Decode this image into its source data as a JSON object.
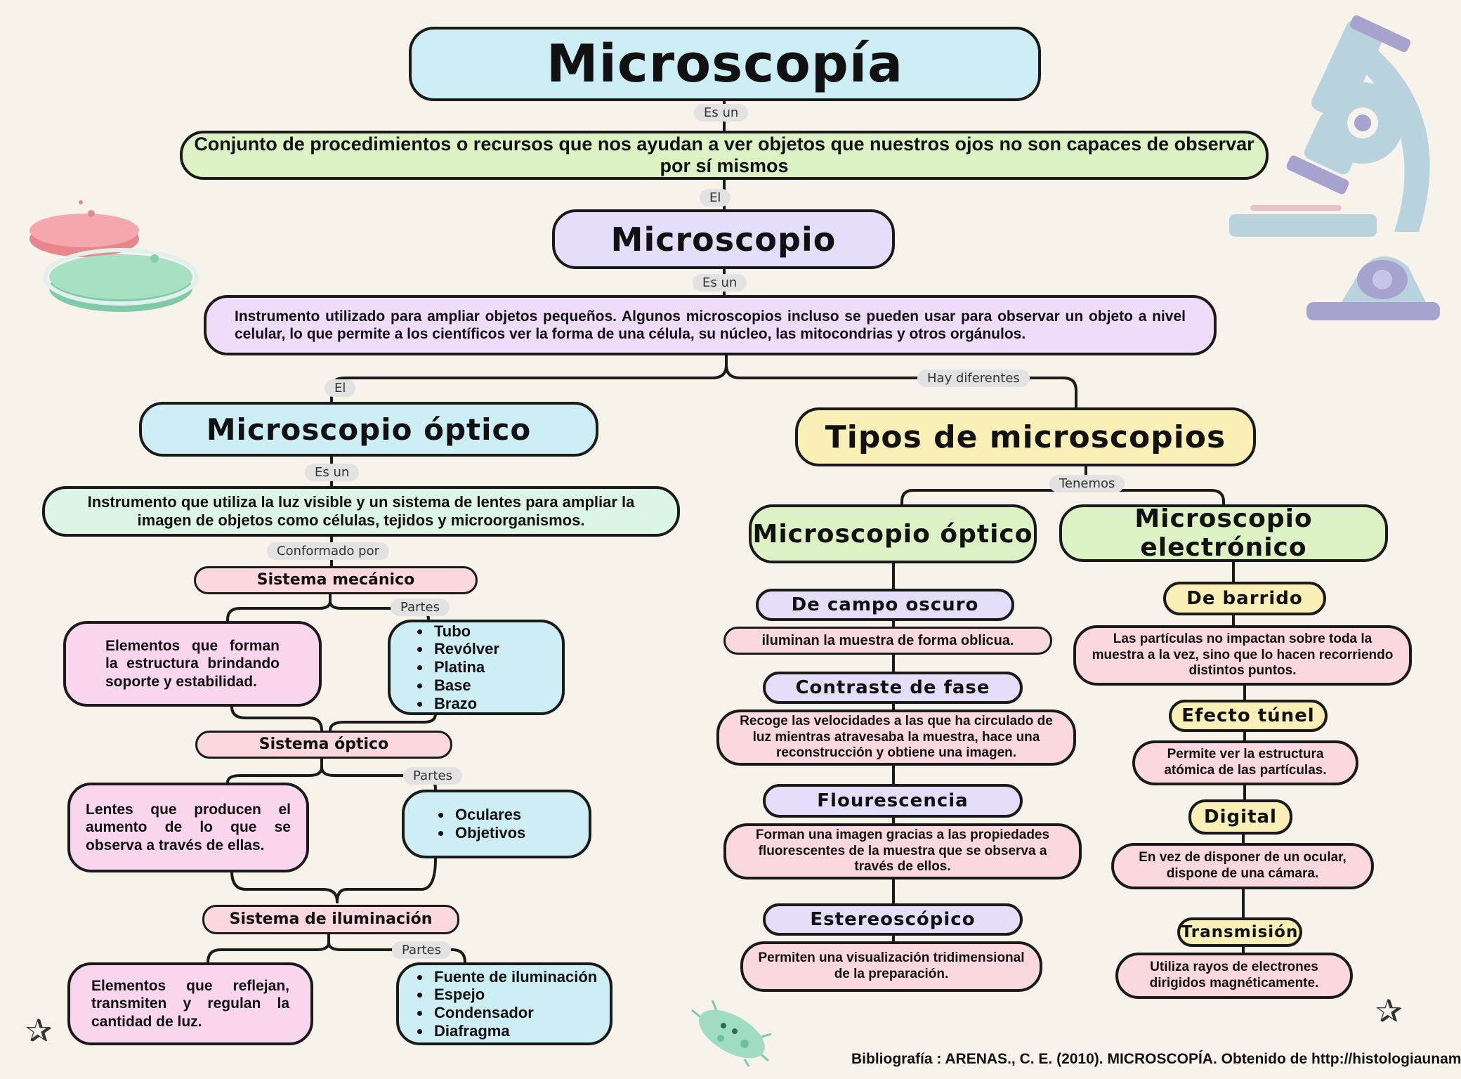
{
  "title": "Microscopía",
  "links": {
    "es_un_1": "Es un",
    "el_1": "El",
    "es_un_2": "Es un",
    "el_2": "El",
    "hay_diferentes": "Hay diferentes",
    "es_un_3": "Es un",
    "tenemos": "Tenemos",
    "conformado_por": "Conformado por",
    "partes_1": "Partes",
    "partes_2": "Partes",
    "partes_3": "Partes"
  },
  "definition": "Conjunto de procedimientos o recursos que nos ayudan a ver objetos que nuestros ojos no son capaces de observar por sí mismos",
  "microscopio": {
    "title": "Microscopio",
    "description": "Instrumento utilizado para ampliar objetos pequeños. Algunos microscopios incluso se pueden usar para observar un objeto a nivel celular, lo que permite a los científicos ver la forma de una célula, su núcleo, las mitocondrias y otros orgánulos."
  },
  "optico": {
    "title": "Microscopio óptico",
    "description": "Instrumento que utiliza la luz visible y un sistema de lentes para ampliar la imagen de objetos como  células,  tejidos y microorganismos.",
    "systems": [
      {
        "name": "Sistema mecánico",
        "description": "Elementos que forman la estructura brindando soporte y estabilidad.",
        "parts": [
          "Tubo",
          "Revólver",
          "Platina",
          "Base",
          "Brazo"
        ]
      },
      {
        "name": "Sistema óptico",
        "description": "Lentes que producen el aumento de lo que se observa a través de ellas.",
        "parts": [
          "Oculares",
          "Objetivos"
        ]
      },
      {
        "name": "Sistema de iluminación",
        "description": "Elementos que reflejan, transmiten y regulan la cantidad de luz.",
        "parts": [
          "Fuente de iluminación",
          "Espejo",
          "Condensador",
          "Diafragma"
        ]
      }
    ]
  },
  "tipos": {
    "title": "Tipos de microscopios",
    "optico": {
      "title": "Microscopio óptico",
      "items": [
        {
          "name": "De campo oscuro",
          "description": "iluminan la muestra de forma oblicua."
        },
        {
          "name": "Contraste de fase",
          "description": "Recoge las velocidades a las que ha circulado de luz mientras atravesaba la muestra, hace una reconstrucción y obtiene una imagen."
        },
        {
          "name": "Flourescencia",
          "description": "Forman una imagen gracias a las propiedades fluorescentes de la muestra que se observa a través de ellos."
        },
        {
          "name": "Estereoscópico",
          "description": "Permiten una visualización tridimensional de la preparación."
        }
      ]
    },
    "electronico": {
      "title": "Microscopio electrónico",
      "items": [
        {
          "name": "De barrido",
          "description": "Las partículas no impactan sobre toda la muestra a la vez, sino que lo hacen recorriendo distintos puntos."
        },
        {
          "name": "Efecto túnel",
          "description": "Permite ver la estructura atómica de las partículas."
        },
        {
          "name": "Digital",
          "description": "En vez de disponer de un ocular, dispone de una cámara."
        },
        {
          "name": "Transmisión",
          "description": "Utiliza rayos de electrones dirigidos magnéticamente."
        }
      ]
    }
  },
  "bibliography": "Bibliografía : ARENAS., C. E. (2010). MICROSCOPÍA. Obtenido de http://histologiaunam",
  "icons": [
    "microscope-icon",
    "petri-dish-icon",
    "bacteria-icon",
    "star-icon"
  ]
}
